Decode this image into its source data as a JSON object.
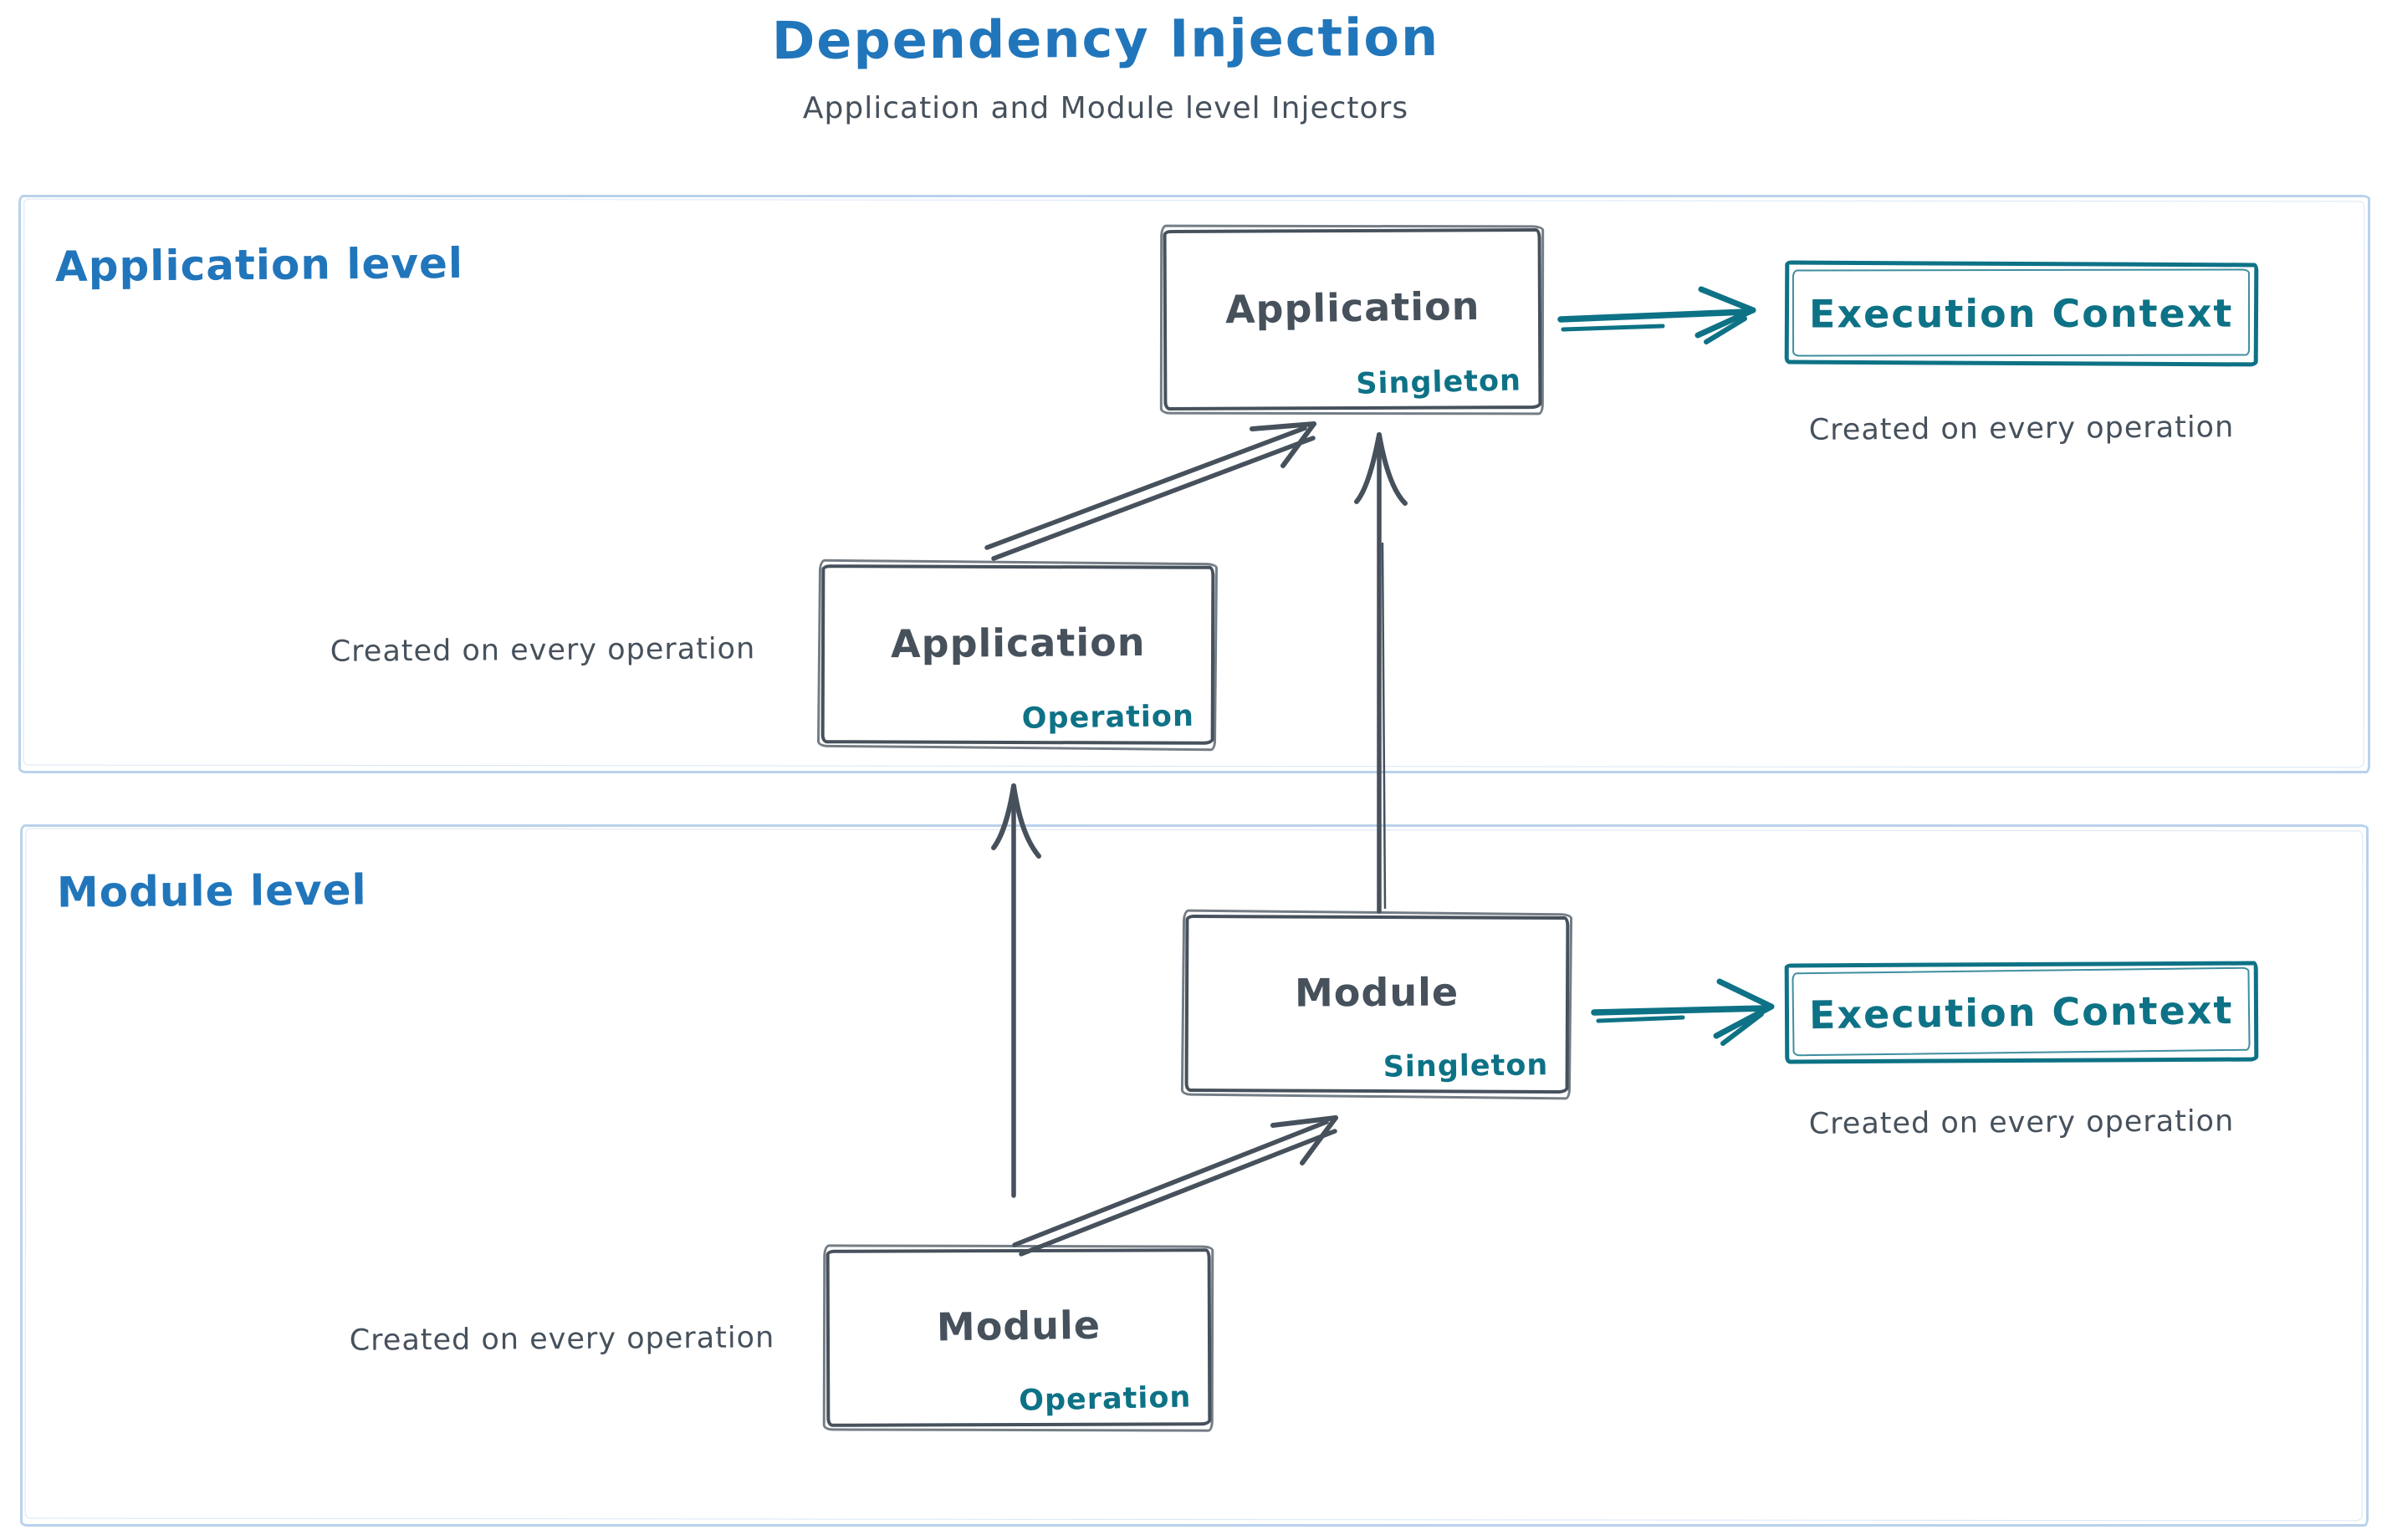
{
  "colors": {
    "blue": "#2176bb",
    "dark": "#46515c",
    "teal": "#0e7286",
    "frame": "#b9d2ec",
    "background": "#ffffff"
  },
  "header": {
    "title": "Dependency Injection",
    "subtitle": "Application and Module level Injectors"
  },
  "application_level": {
    "label": "Application level",
    "singleton_box": {
      "title": "Application",
      "scope": "Singleton"
    },
    "operation_box": {
      "title": "Application",
      "scope": "Operation"
    },
    "operation_caption": "Created on every operation",
    "execution_context": {
      "label": "Execution Context",
      "caption": "Created on every operation"
    }
  },
  "module_level": {
    "label": "Module level",
    "singleton_box": {
      "title": "Module",
      "scope": "Singleton"
    },
    "operation_box": {
      "title": "Module",
      "scope": "Operation"
    },
    "operation_caption": "Created on every operation",
    "execution_context": {
      "label": "Execution Context",
      "caption": "Created on every operation"
    }
  },
  "arrows": [
    {
      "name": "app-operation-to-app-singleton",
      "color": "dark"
    },
    {
      "name": "module-operation-to-app-operation",
      "color": "dark"
    },
    {
      "name": "module-singleton-to-app-singleton",
      "color": "dark"
    },
    {
      "name": "module-operation-to-module-singleton",
      "color": "dark"
    },
    {
      "name": "app-singleton-to-execution-context",
      "color": "teal"
    },
    {
      "name": "module-singleton-to-execution-context",
      "color": "teal"
    }
  ]
}
